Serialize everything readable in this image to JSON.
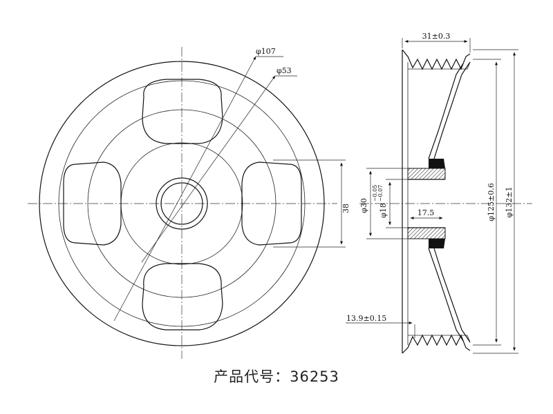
{
  "front_view": {
    "dim_d107": "φ107",
    "dim_d53": "φ53",
    "dim_38": "38"
  },
  "side_view": {
    "dim_width": "31±0.3",
    "dim_d30": "φ30",
    "dim_d18": "φ18",
    "dim_d18_tol_upper": "−0.05",
    "dim_d18_tol_lower": "−0.07",
    "dim_17_5": "17.5",
    "dim_13_9": "13.9±0.15",
    "dim_d125": "φ125±0.6",
    "dim_d132": "φ132±1"
  },
  "caption": {
    "label": "产品代号：",
    "code": "36253"
  }
}
